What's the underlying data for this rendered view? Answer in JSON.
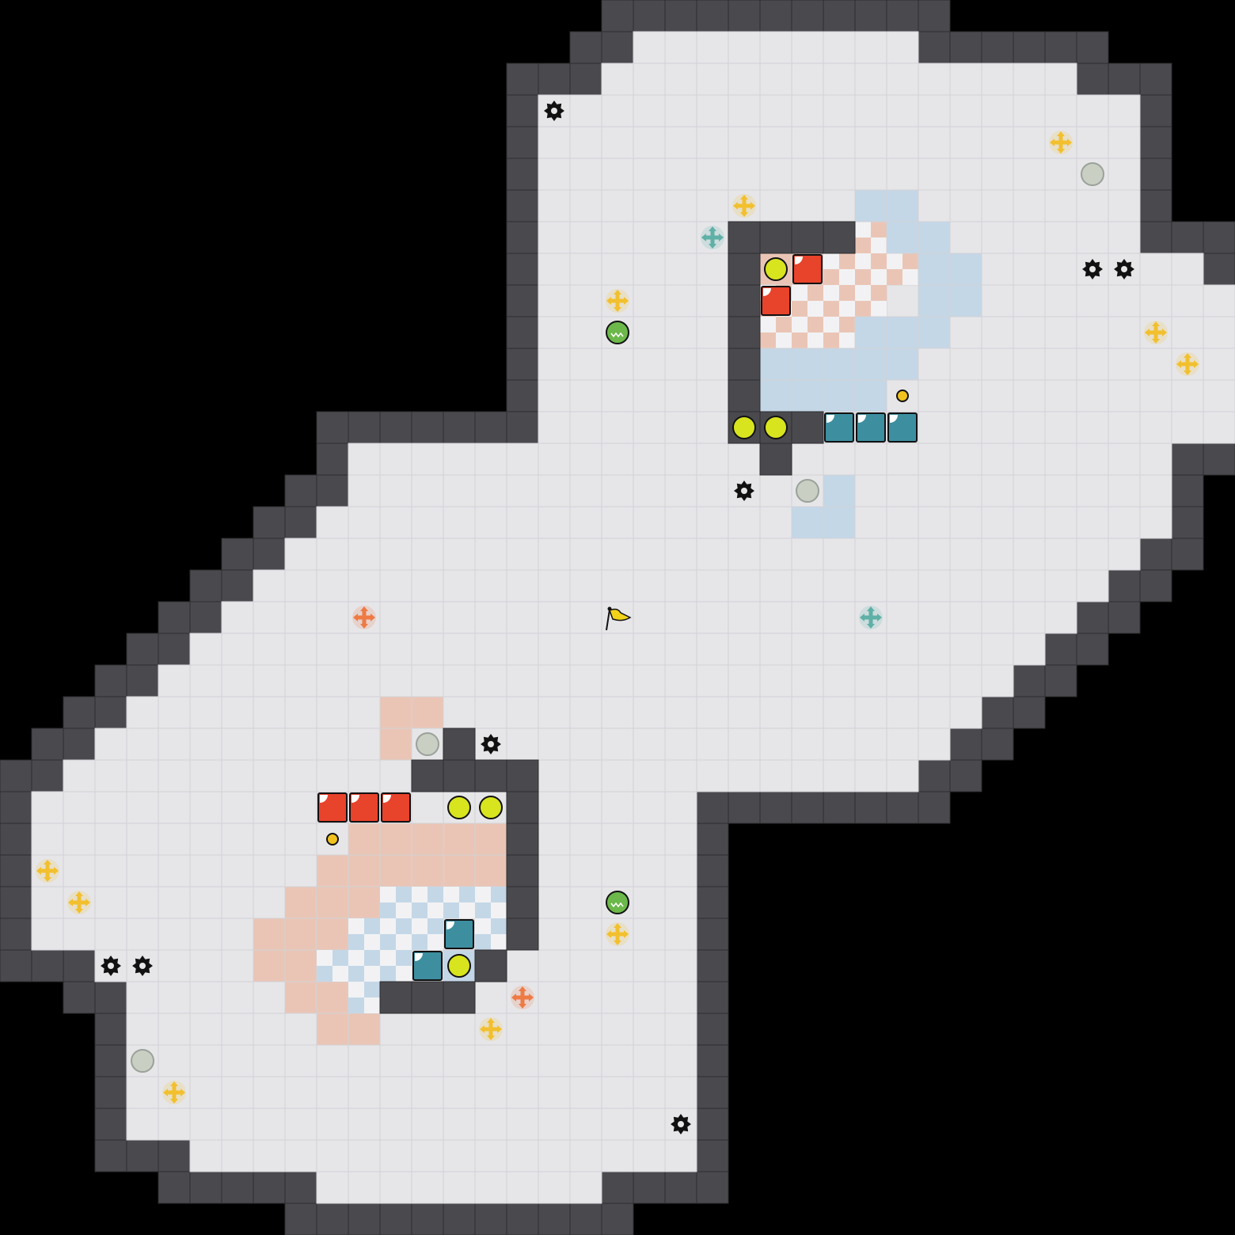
{
  "colors": {
    "background": "#000000",
    "wall": "#4a4a4e",
    "wall_edge": "#2e2e31",
    "floor": "#e6e6e9",
    "grid": "#d2d2d6",
    "red_zone": "#eac5b6",
    "blue_zone": "#c4d7e7",
    "red_block": "#e8432b",
    "blue_block": "#3d8fa0",
    "coin": "#d8e41e",
    "arrow_yellow": "#f2c02e",
    "arrow_teal": "#5fb0a6",
    "arrow_orange": "#ee7a44",
    "pad_grey": "#c9cfc2",
    "gear": "#111111"
  },
  "grid": {
    "floor_rows": [
      "0000000000000000000000000000000000000000",
      "0000000000000000000011111111100000000000",
      "0000000000000000000111111111111111000000",
      "0000000000000000011111111111111111110000",
      "0000000000000000011111111111111111110000",
      "0000000000000000011111111111111111110000",
      "0000000000000000011111111111111111110000",
      "0000000000000000011111111111111111110000",
      "0000000000000000011111111111111111111100",
      "0000000000000000011111111111111111111110",
      "0000000000000000011111111111111111111110",
      "0000000000000000011111111111111111111110",
      "0000000000000000011111111111111111111110",
      "0000000000000000011111111111111111111110",
      "0000000000011111111111111111111111111000",
      "0000000000011111111111111111111111111000",
      "0000000000111111111111111111111111111000",
      "0000000001111111111111111111111111110000",
      "0000000011111111111111111111111111100000",
      "0000000111111111111111111111111111000000",
      "0000001111111111111111111111111110000000",
      "0000011111111111111111111111111100000000",
      "0000111111111111111111111111111000000000",
      "0001111111111111111111111111110000000000",
      "0011111111111111111111111111100000000000",
      "0111111111111111111111000000000000000000",
      "0111111111111111111111000000000000000000",
      "0111111111111111111111000000000000000000",
      "0111111111111111111111000000000000000000",
      "0111111111111111111111000000000000000000",
      "0001111111111111111111000000000000000000",
      "0000111111111111111111000000000000000000",
      "0000111111111111111111000000000000000000",
      "0000111111111111111111000000000000000000",
      "0000111111111111111111000000000000000000",
      "0000111111111111111111000000000000000000",
      "0000001111111111111111000000000000000000",
      "0000000000111111111000000000000000000000",
      "0000000000000000000000000000000000000000",
      "0000000000000000000000000000000000000000"
    ],
    "wall_cells": [
      [
        23,
        7
      ],
      [
        24,
        7
      ],
      [
        25,
        7
      ],
      [
        26,
        7
      ],
      [
        23,
        8
      ],
      [
        23,
        9
      ],
      [
        23,
        10
      ],
      [
        23,
        11
      ],
      [
        23,
        12
      ],
      [
        23,
        13
      ],
      [
        24,
        13
      ],
      [
        25,
        13
      ],
      [
        24,
        14
      ],
      [
        14,
        24
      ],
      [
        14,
        23
      ],
      [
        13,
        24
      ],
      [
        15,
        24
      ],
      [
        16,
        24
      ],
      [
        16,
        25
      ],
      [
        16,
        26
      ],
      [
        16,
        27
      ],
      [
        16,
        28
      ],
      [
        16,
        29
      ],
      [
        15,
        30
      ],
      [
        14,
        31
      ],
      [
        13,
        31
      ],
      [
        12,
        31
      ]
    ],
    "red_zone_cells": [
      [
        25,
        7
      ],
      [
        26,
        7
      ],
      [
        27,
        7
      ],
      [
        28,
        7
      ],
      [
        24,
        8
      ],
      [
        25,
        8
      ],
      [
        26,
        8
      ],
      [
        27,
        8
      ],
      [
        28,
        8
      ],
      [
        29,
        8
      ],
      [
        23,
        9
      ],
      [
        24,
        9
      ],
      [
        25,
        9
      ],
      [
        26,
        9
      ],
      [
        27,
        9
      ],
      [
        23,
        10
      ],
      [
        24,
        10
      ],
      [
        25,
        10
      ],
      [
        26,
        10
      ],
      [
        12,
        22
      ],
      [
        13,
        22
      ],
      [
        12,
        23
      ],
      [
        11,
        26
      ],
      [
        12,
        26
      ],
      [
        13,
        26
      ],
      [
        14,
        26
      ],
      [
        15,
        26
      ],
      [
        10,
        27
      ],
      [
        11,
        27
      ],
      [
        12,
        27
      ],
      [
        13,
        27
      ],
      [
        14,
        27
      ],
      [
        15,
        27
      ],
      [
        9,
        28
      ],
      [
        10,
        28
      ],
      [
        11,
        28
      ],
      [
        8,
        29
      ],
      [
        9,
        29
      ],
      [
        10,
        29
      ],
      [
        8,
        30
      ],
      [
        9,
        30
      ],
      [
        9,
        31
      ],
      [
        10,
        31
      ],
      [
        10,
        32
      ],
      [
        11,
        32
      ]
    ],
    "blue_zone_cells": [
      [
        27,
        6
      ],
      [
        28,
        6
      ],
      [
        28,
        7
      ],
      [
        29,
        7
      ],
      [
        29,
        8
      ],
      [
        30,
        8
      ],
      [
        29,
        9
      ],
      [
        30,
        9
      ],
      [
        27,
        10
      ],
      [
        28,
        10
      ],
      [
        29,
        10
      ],
      [
        23,
        11
      ],
      [
        24,
        11
      ],
      [
        25,
        11
      ],
      [
        26,
        11
      ],
      [
        27,
        11
      ],
      [
        28,
        11
      ],
      [
        23,
        12
      ],
      [
        24,
        12
      ],
      [
        25,
        12
      ],
      [
        26,
        12
      ],
      [
        27,
        12
      ],
      [
        26,
        15
      ],
      [
        25,
        16
      ],
      [
        26,
        16
      ],
      [
        12,
        28
      ],
      [
        13,
        28
      ],
      [
        14,
        28
      ],
      [
        15,
        28
      ],
      [
        11,
        29
      ],
      [
        12,
        29
      ],
      [
        13,
        29
      ],
      [
        15,
        29
      ],
      [
        10,
        30
      ],
      [
        11,
        30
      ],
      [
        12,
        30
      ],
      [
        14,
        30
      ],
      [
        15,
        30
      ],
      [
        11,
        31
      ],
      [
        12,
        31
      ],
      [
        13,
        31
      ]
    ],
    "checker_cells": [
      [
        25,
        7
      ],
      [
        26,
        7
      ],
      [
        27,
        7
      ],
      [
        26,
        8
      ],
      [
        27,
        8
      ],
      [
        28,
        8
      ],
      [
        24,
        9
      ],
      [
        25,
        9
      ],
      [
        26,
        9
      ],
      [
        27,
        9
      ],
      [
        23,
        10
      ],
      [
        24,
        10
      ],
      [
        25,
        10
      ],
      [
        26,
        10
      ],
      [
        12,
        28
      ],
      [
        13,
        28
      ],
      [
        14,
        28
      ],
      [
        15,
        28
      ],
      [
        11,
        29
      ],
      [
        12,
        29
      ],
      [
        13,
        29
      ],
      [
        15,
        29
      ],
      [
        10,
        30
      ],
      [
        11,
        30
      ],
      [
        12,
        30
      ],
      [
        11,
        31
      ],
      [
        12,
        31
      ],
      [
        13,
        31
      ]
    ]
  },
  "objects": {
    "flag": {
      "col": 19,
      "row": 19
    },
    "red_blocks": [
      [
        25,
        8
      ],
      [
        24,
        9
      ],
      [
        10,
        25
      ],
      [
        11,
        25
      ],
      [
        12,
        25
      ]
    ],
    "blue_blocks": [
      [
        26,
        13
      ],
      [
        27,
        13
      ],
      [
        28,
        13
      ],
      [
        14,
        29
      ],
      [
        13,
        30
      ]
    ],
    "coins": [
      [
        24,
        8
      ],
      [
        23,
        13
      ],
      [
        24,
        13
      ],
      [
        14,
        25
      ],
      [
        15,
        25
      ],
      [
        14,
        30
      ]
    ],
    "small_coins": [
      [
        28,
        12
      ],
      [
        10,
        26
      ]
    ],
    "green_orbs": [
      [
        19,
        10
      ],
      [
        19,
        28
      ]
    ],
    "grey_pads": [
      [
        34,
        5
      ],
      [
        25,
        15
      ],
      [
        13,
        23
      ],
      [
        4,
        33
      ]
    ],
    "gears": [
      [
        17,
        3
      ],
      [
        34,
        8
      ],
      [
        35,
        8
      ],
      [
        23,
        15
      ],
      [
        15,
        23
      ],
      [
        3,
        30
      ],
      [
        4,
        30
      ],
      [
        21,
        35
      ]
    ],
    "arrows_yellow": [
      [
        33,
        4
      ],
      [
        23,
        6
      ],
      [
        19,
        9
      ],
      [
        36,
        10
      ],
      [
        37,
        11
      ],
      [
        1,
        27
      ],
      [
        2,
        28
      ],
      [
        19,
        29
      ],
      [
        15,
        32
      ],
      [
        5,
        34
      ]
    ],
    "arrows_teal": [
      [
        22,
        7
      ],
      [
        27,
        19
      ]
    ],
    "arrows_orange": [
      [
        11,
        19
      ],
      [
        16,
        31
      ]
    ]
  }
}
